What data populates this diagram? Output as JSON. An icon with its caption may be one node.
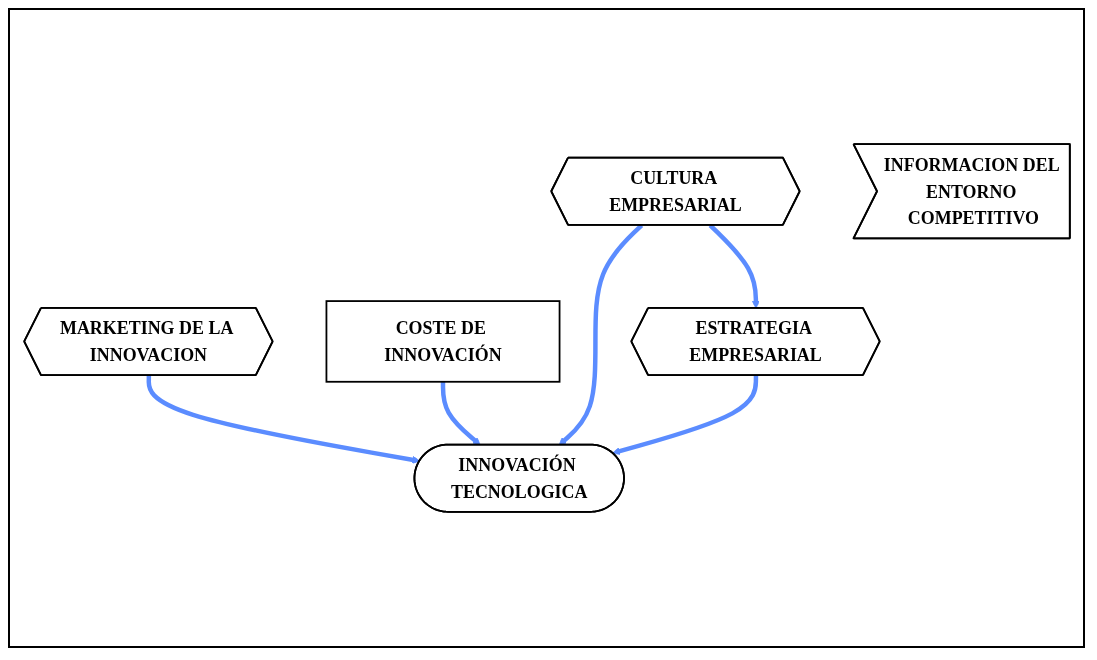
{
  "diagram": {
    "nodes": [
      {
        "text": [
          "MARKETING DE LA INNOVACION"
        ]
      },
      {
        "text": [
          "INNOVACIÓN TECNOLOGICA"
        ]
      },
      {
        "text": [
          "COSTE DE INNOVACIÓN"
        ]
      },
      {
        "text": [
          "CULTURA EMPRESARIAL"
        ]
      },
      {
        "text": [
          "ESTRATEGIA EMPRESARIAL"
        ]
      },
      {
        "text": [
          "INFORMACION DEL ENTORNO COMPETITIVO"
        ]
      }
    ],
    "edges": [
      {
        "from": 0,
        "to": 1,
        "arrow": "to"
      },
      {
        "from": 2,
        "to": 1,
        "arrow": "to"
      },
      {
        "from": 3,
        "to": 1,
        "arrow": "to"
      },
      {
        "from": 3,
        "to": 4,
        "arrow": "to"
      },
      {
        "from": 4,
        "to": 1,
        "arrow": "to"
      }
    ]
  }
}
